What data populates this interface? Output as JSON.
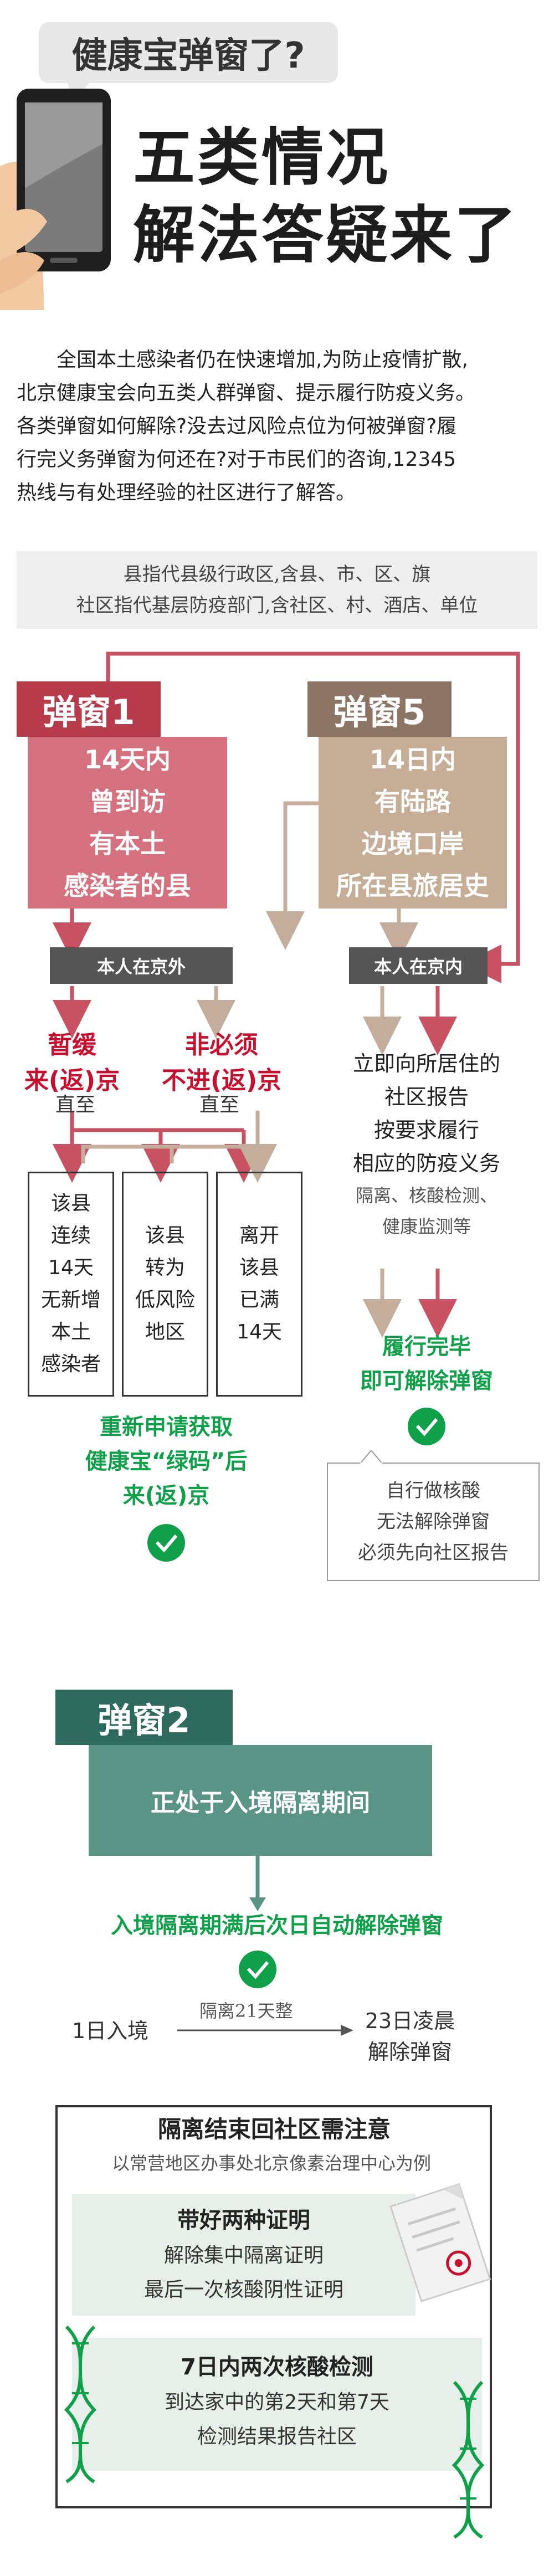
{
  "header": {
    "question": "健康宝弹窗了?",
    "title_line1": "五类情况",
    "title_line2": "解法答疑来了"
  },
  "intro": {
    "lines": [
      "全国本土感染者仍在快速增加,为防止疫情扩散,",
      "北京健康宝会向五类人群弹窗、提示履行防疫义务。",
      "各类弹窗如何解除?没去过风险点位为何被弹窗?履",
      "行完义务弹窗为何还在?对于市民们的咨询,12345",
      "热线与有处理经验的社区进行了解答。"
    ]
  },
  "definition": {
    "line1": "县指代县级行政区,含县、市、区、旗",
    "line2": "社区指代基层防疫部门,含社区、村、酒店、单位"
  },
  "popup1": {
    "title": "弹窗1",
    "body": [
      "14天内",
      "曾到访",
      "有本土",
      "感染者的县"
    ],
    "tag_outside": "本人在京外",
    "option_a": [
      "暂缓",
      "来(返)京"
    ],
    "option_b": [
      "非必须",
      "不进(返)京"
    ],
    "until": "直至",
    "conditions": [
      [
        "该县",
        "连续",
        "14天",
        "无新增",
        "本土",
        "感染者"
      ],
      [
        "该县",
        "转为",
        "低风险",
        "地区"
      ],
      [
        "离开",
        "该县",
        "已满",
        "14天"
      ]
    ],
    "result": [
      "重新申请获取",
      "健康宝“绿码”后",
      "来(返)京"
    ]
  },
  "popup5": {
    "title": "弹窗5",
    "body": [
      "14日内",
      "有陆路",
      "边境口岸",
      "所在县旅居史"
    ],
    "tag_inside": "本人在京内",
    "steps": [
      "立即向所居住的",
      "社区报告",
      "按要求履行",
      "相应的防疫义务"
    ],
    "steps_note": [
      "隔离、核酸检测、",
      "健康监测等"
    ],
    "result": [
      "履行完毕",
      "即可解除弹窗"
    ],
    "note": [
      "自行做核酸",
      "无法解除弹窗",
      "必须先向社区报告"
    ]
  },
  "popup2": {
    "title": "弹窗2",
    "body": "正处于入境隔离期间",
    "result": "入境隔离期满后次日自动解除弹窗",
    "start": "1日入境",
    "duration": "隔离21天整",
    "end": [
      "23日凌晨",
      "解除弹窗"
    ]
  },
  "notice": {
    "title": "隔离结束回社区需注意",
    "subtitle": "以常营地区办事处北京像素治理中心为例",
    "card1_title": "带好两种证明",
    "card1_lines": [
      "解除集中隔离证明",
      "最后一次核酸阴性证明"
    ],
    "card2_title": "7日内两次核酸检测",
    "card2_lines": [
      "到达家中的第2天和第7天",
      "检测结果报告社区"
    ]
  },
  "colors": {
    "popup1": "#b83b4c",
    "popup1_light": "#d5717e",
    "popup5": "#8c7565",
    "popup5_light": "#c6ad96",
    "popup2": "#2e6b5e",
    "popup2_light": "#5a9486",
    "accent_red": "#c8102e",
    "accent_green": "#11a04a",
    "arrow_red": "#c85162",
    "arrow_tan": "#c4ad9a"
  }
}
